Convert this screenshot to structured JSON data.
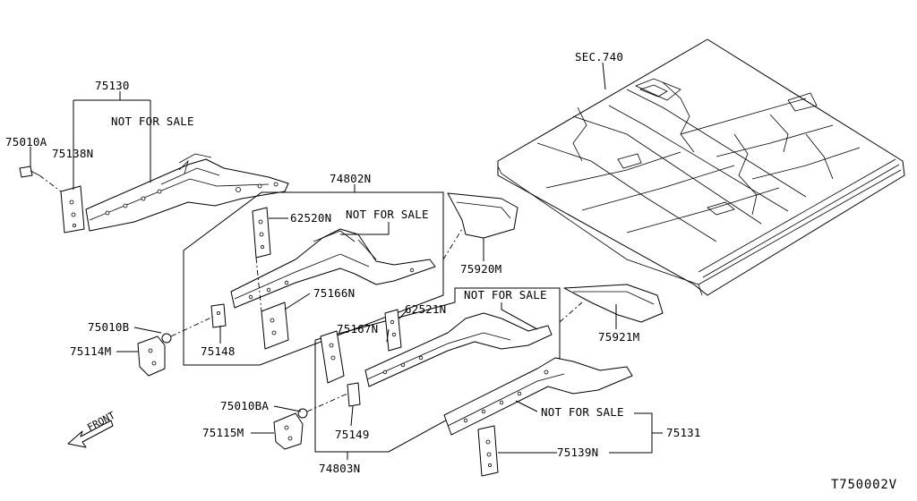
{
  "labels": {
    "sec740": "SEC.740",
    "p75130": "75130",
    "nfs_top": "NOT FOR SALE",
    "p75010A": "75010A",
    "p75138N": "75138N",
    "p74802N": "74802N",
    "p62520N": "62520N",
    "nfs_mid": "NOT FOR SALE",
    "p75920M": "75920M",
    "p75166N": "75166N",
    "p75010B": "75010B",
    "p75148": "75148",
    "p75114M": "75114M",
    "nfs_lower": "NOT FOR SALE",
    "p62521N": "62521N",
    "p75167N": "75167N",
    "p75921M": "75921M",
    "p75010BA": "75010BA",
    "p75149": "75149",
    "p75115M": "75115M",
    "front": "FRONT",
    "nfs_bottom": "NOT FOR SALE",
    "p75131": "75131",
    "p75139N": "75139N",
    "p74803N": "74803N",
    "diagram_id": "T750002V"
  }
}
